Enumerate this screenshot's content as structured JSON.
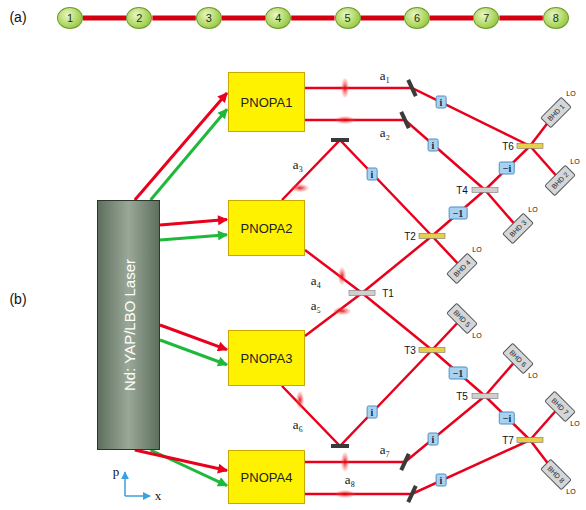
{
  "diagram": {
    "nodes": [
      {
        "text": [
          "1"
        ]
      },
      {
        "text": [
          "2"
        ]
      },
      {
        "text": [
          "3"
        ]
      },
      {
        "text": [
          "4"
        ]
      },
      {
        "text": [
          "5"
        ]
      },
      {
        "text": [
          "6"
        ]
      },
      {
        "text": [
          "7"
        ]
      },
      {
        "text": [
          "8"
        ]
      },
      {
        "text": [
          "Nd: YAP/LBO Laser"
        ]
      },
      {
        "text": [
          "PNOPA1"
        ]
      },
      {
        "text": [
          "PNOPA2"
        ]
      },
      {
        "text": [
          "PNOPA3"
        ]
      },
      {
        "text": [
          "PNOPA4"
        ]
      },
      {
        "text": [
          "BHD 1"
        ]
      },
      {
        "text": [
          "BHD 2"
        ]
      },
      {
        "text": [
          "BHD 3"
        ]
      },
      {
        "text": [
          "BHD 4"
        ]
      },
      {
        "text": [
          "BHD 5"
        ]
      },
      {
        "text": [
          "BHD 6"
        ]
      },
      {
        "text": [
          "BHD 7"
        ]
      },
      {
        "text": [
          "BHD 8"
        ]
      }
    ],
    "edges": [
      {
        "from": 0,
        "to": 1,
        "arrow": "none"
      },
      {
        "from": 1,
        "to": 2,
        "arrow": "none"
      },
      {
        "from": 2,
        "to": 3,
        "arrow": "none"
      },
      {
        "from": 3,
        "to": 4,
        "arrow": "none"
      },
      {
        "from": 4,
        "to": 5,
        "arrow": "none"
      },
      {
        "from": 5,
        "to": 6,
        "arrow": "none"
      },
      {
        "from": 6,
        "to": 7,
        "arrow": "none"
      },
      {
        "from": 8,
        "to": 9,
        "arrow": "to"
      },
      {
        "from": 8,
        "to": 9,
        "arrow": "to"
      },
      {
        "from": 8,
        "to": 10,
        "arrow": "to"
      },
      {
        "from": 8,
        "to": 10,
        "arrow": "to"
      },
      {
        "from": 8,
        "to": 11,
        "arrow": "to"
      },
      {
        "from": 8,
        "to": 11,
        "arrow": "to"
      },
      {
        "from": 8,
        "to": 12,
        "arrow": "to"
      },
      {
        "from": 8,
        "to": 12,
        "arrow": "to"
      }
    ],
    "labels": [
      "(a)",
      "(b)",
      "a₁",
      "a₂",
      "a₃",
      "a₄",
      "a₅",
      "a₆",
      "a₇",
      "a₈",
      "T1",
      "T2",
      "T3",
      "T4",
      "T5",
      "T6",
      "T7",
      "i",
      "i",
      "i",
      "−1",
      "−i",
      "i",
      "i",
      "i",
      "−1",
      "−i",
      "LO",
      "LO",
      "LO",
      "LO",
      "LO",
      "LO",
      "LO",
      "LO",
      "p",
      "x"
    ]
  }
}
